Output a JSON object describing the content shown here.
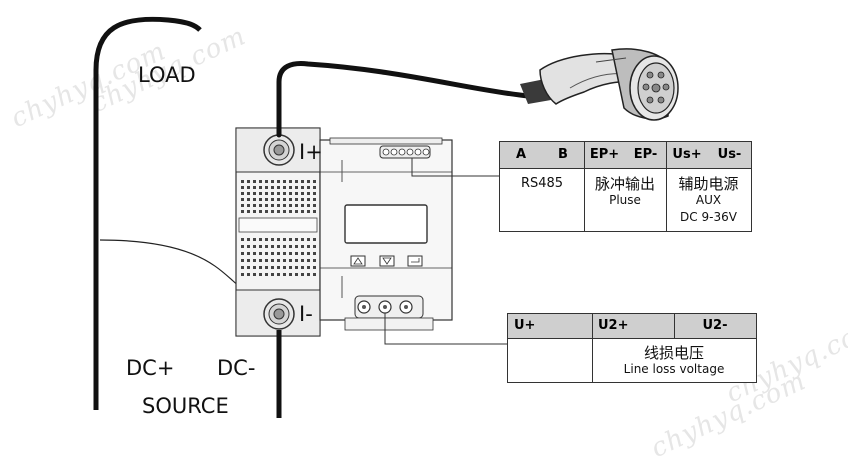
{
  "watermark": "chyhyq.com",
  "labels": {
    "load": "LOAD",
    "i_plus": "I+",
    "i_minus": "I-",
    "dc_plus": "DC+",
    "dc_minus": "DC-",
    "source": "SOURCE"
  },
  "comm_table": {
    "headers": [
      "A",
      "B",
      "EP+",
      "EP-",
      "Us+",
      "Us-"
    ],
    "rs485": "RS485",
    "pulse_cn": "脉冲输出",
    "pulse_en": "Pluse",
    "aux_cn": "辅助电源",
    "aux_en": "AUX",
    "aux_range": "DC 9-36V"
  },
  "voltage_table": {
    "headers": [
      "U+",
      "U2+",
      "U2-"
    ],
    "line_loss_cn": "线损电压",
    "line_loss_en": "Line loss voltage"
  }
}
